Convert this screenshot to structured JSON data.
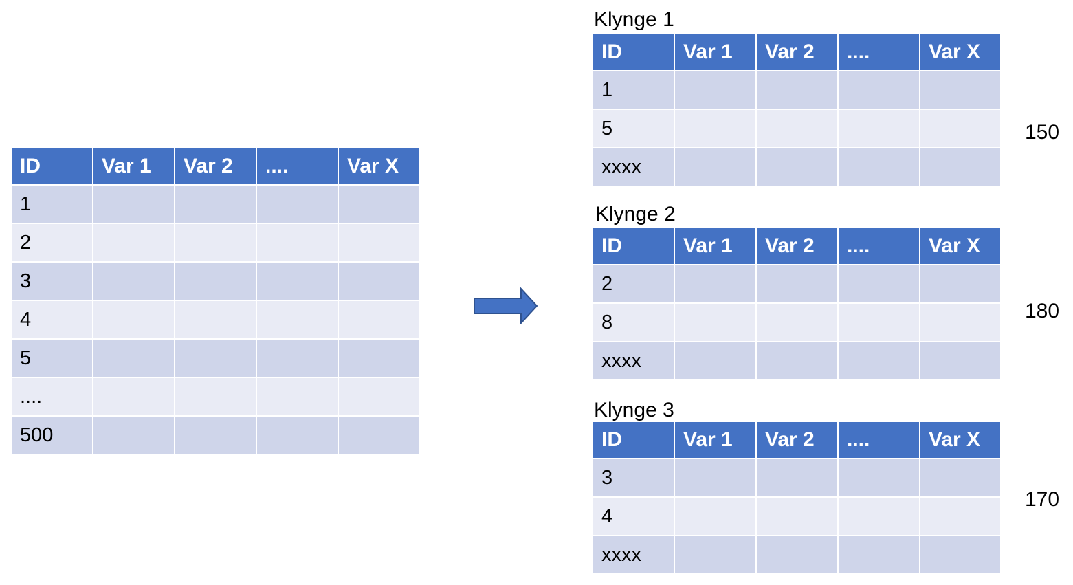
{
  "source_table": {
    "headers": [
      "ID",
      "Var 1",
      "Var 2",
      "....",
      "Var X"
    ],
    "rows": [
      [
        "1",
        "",
        "",
        "",
        ""
      ],
      [
        "2",
        "",
        "",
        "",
        ""
      ],
      [
        "3",
        "",
        "",
        "",
        ""
      ],
      [
        "4",
        "",
        "",
        "",
        ""
      ],
      [
        "5",
        "",
        "",
        "",
        ""
      ],
      [
        "....",
        "",
        "",
        "",
        ""
      ],
      [
        "500",
        "",
        "",
        "",
        ""
      ]
    ]
  },
  "clusters": [
    {
      "title": "Klynge 1",
      "count": "150",
      "headers": [
        "ID",
        "Var 1",
        "Var 2",
        "....",
        "Var X"
      ],
      "rows": [
        [
          "1",
          "",
          "",
          "",
          ""
        ],
        [
          "5",
          "",
          "",
          "",
          ""
        ],
        [
          "xxxx",
          "",
          "",
          "",
          ""
        ]
      ]
    },
    {
      "title": "Klynge 2",
      "count": "180",
      "headers": [
        "ID",
        "Var 1",
        "Var 2",
        "....",
        "Var X"
      ],
      "rows": [
        [
          "2",
          "",
          "",
          "",
          ""
        ],
        [
          "8",
          "",
          "",
          "",
          ""
        ],
        [
          "xxxx",
          "",
          "",
          "",
          ""
        ]
      ]
    },
    {
      "title": "Klynge 3",
      "count": "170",
      "headers": [
        "ID",
        "Var 1",
        "Var 2",
        "....",
        "Var X"
      ],
      "rows": [
        [
          "3",
          "",
          "",
          "",
          ""
        ],
        [
          "4",
          "",
          "",
          "",
          ""
        ],
        [
          "xxxx",
          "",
          "",
          "",
          ""
        ]
      ]
    }
  ],
  "colors": {
    "header_bg": "#4472c4",
    "row_odd_bg": "#cfd5ea",
    "row_even_bg": "#e9ebf5",
    "arrow_fill": "#4472c4",
    "arrow_stroke": "#2f528f"
  },
  "arrow_icon": "right-arrow-icon"
}
